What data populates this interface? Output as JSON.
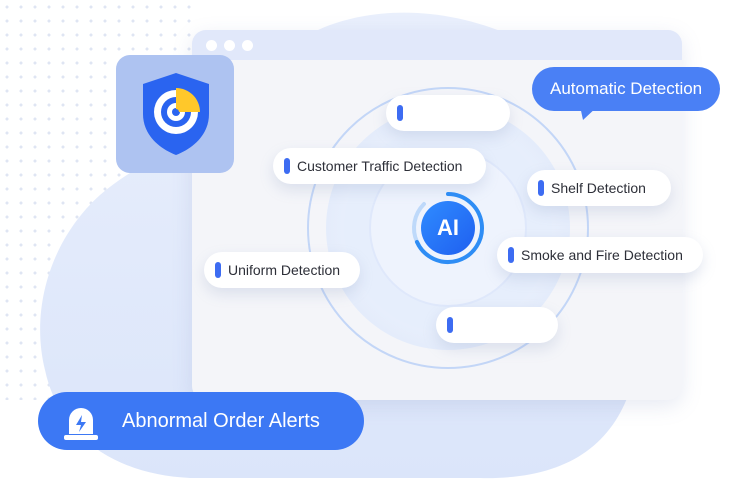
{
  "colors": {
    "accent": "#3c78f4",
    "bubble": "#4a80f5",
    "window_bar": "#e1e8fa",
    "shield": "#2a64f0",
    "radar_sweep": "#ffc82a"
  },
  "icons": {
    "shield": "shield-radar-icon",
    "alert": "alarm-light-icon"
  },
  "ai_badge": {
    "label": "AI"
  },
  "callout": {
    "label": "Automatic Detection"
  },
  "detections": [
    {
      "label": ""
    },
    {
      "label": "Customer Traffic Detection"
    },
    {
      "label": "Shelf Detection"
    },
    {
      "label": "Smoke and Fire Detection"
    },
    {
      "label": "Uniform Detection"
    },
    {
      "label": ""
    }
  ],
  "alert_banner": {
    "label": "Abnormal Order Alerts"
  }
}
